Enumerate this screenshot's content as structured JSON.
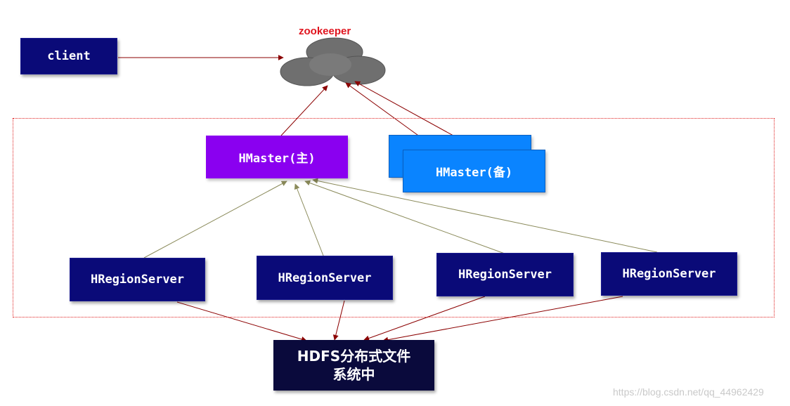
{
  "zookeeper_label": "zookeeper",
  "client_label": "client",
  "hmaster_primary_label": "HMaster(主)",
  "hmaster_backup_label": "HMaster(备)",
  "region_servers": [
    "HRegionServer",
    "HRegionServer",
    "HRegionServer",
    "HRegionServer"
  ],
  "hdfs_label_line1": "HDFS分布式文件",
  "hdfs_label_line2": "系统中",
  "watermark": "https://blog.csdn.net/qq_44962429",
  "colors": {
    "client_box": "#0a0a78",
    "hmaster_primary": "#8a00f0",
    "hmaster_backup": "#0a84ff",
    "region_server_box": "#0a0a78",
    "hdfs_box": "#0a0a3c",
    "red_arrow": "#8b0000",
    "olive_arrow": "#8a8a5a",
    "cloud": "#6f6f6f",
    "zookeeper_text": "#e0141e",
    "cluster_border": "#e02020"
  }
}
